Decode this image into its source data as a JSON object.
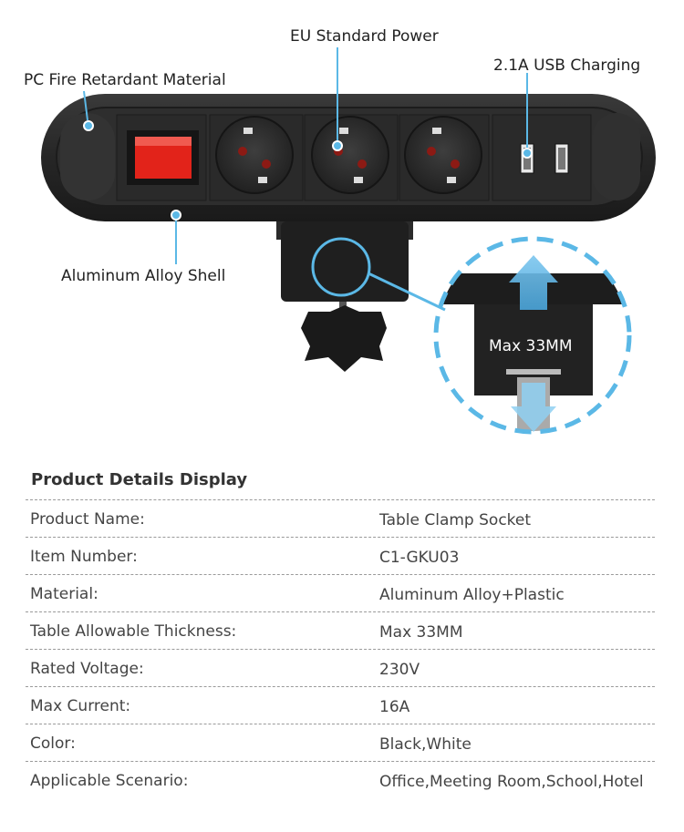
{
  "callouts": {
    "eu_standard_power": "EU Standard Power",
    "usb_charging": "2.1A USB Charging",
    "pc_fire_retardant": "PC Fire Retardant Material",
    "aluminum_alloy_shell": "Aluminum Alloy Shell",
    "max_thickness": "Max 33MM"
  },
  "colors": {
    "accent_blue": "#5bb8e6",
    "housing": "#2a2a2a",
    "switch_red": "#e2231a"
  },
  "details": {
    "title": "Product Details Display",
    "rows": [
      {
        "label": "Product Name:",
        "value": "Table Clamp Socket"
      },
      {
        "label": "Item Number:",
        "value": "C1-GKU03"
      },
      {
        "label": "Material:",
        "value": "Aluminum Alloy+Plastic"
      },
      {
        "label": "Table Allowable Thickness:",
        "value": "Max 33MM"
      },
      {
        "label": "Rated Voltage:",
        "value": "230V"
      },
      {
        "label": "Max Current:",
        "value": "16A"
      },
      {
        "label": "Color:",
        "value": "Black,White"
      },
      {
        "label": "Applicable Scenario:",
        "value": "Office,Meeting Room,School,Hotel"
      }
    ]
  }
}
